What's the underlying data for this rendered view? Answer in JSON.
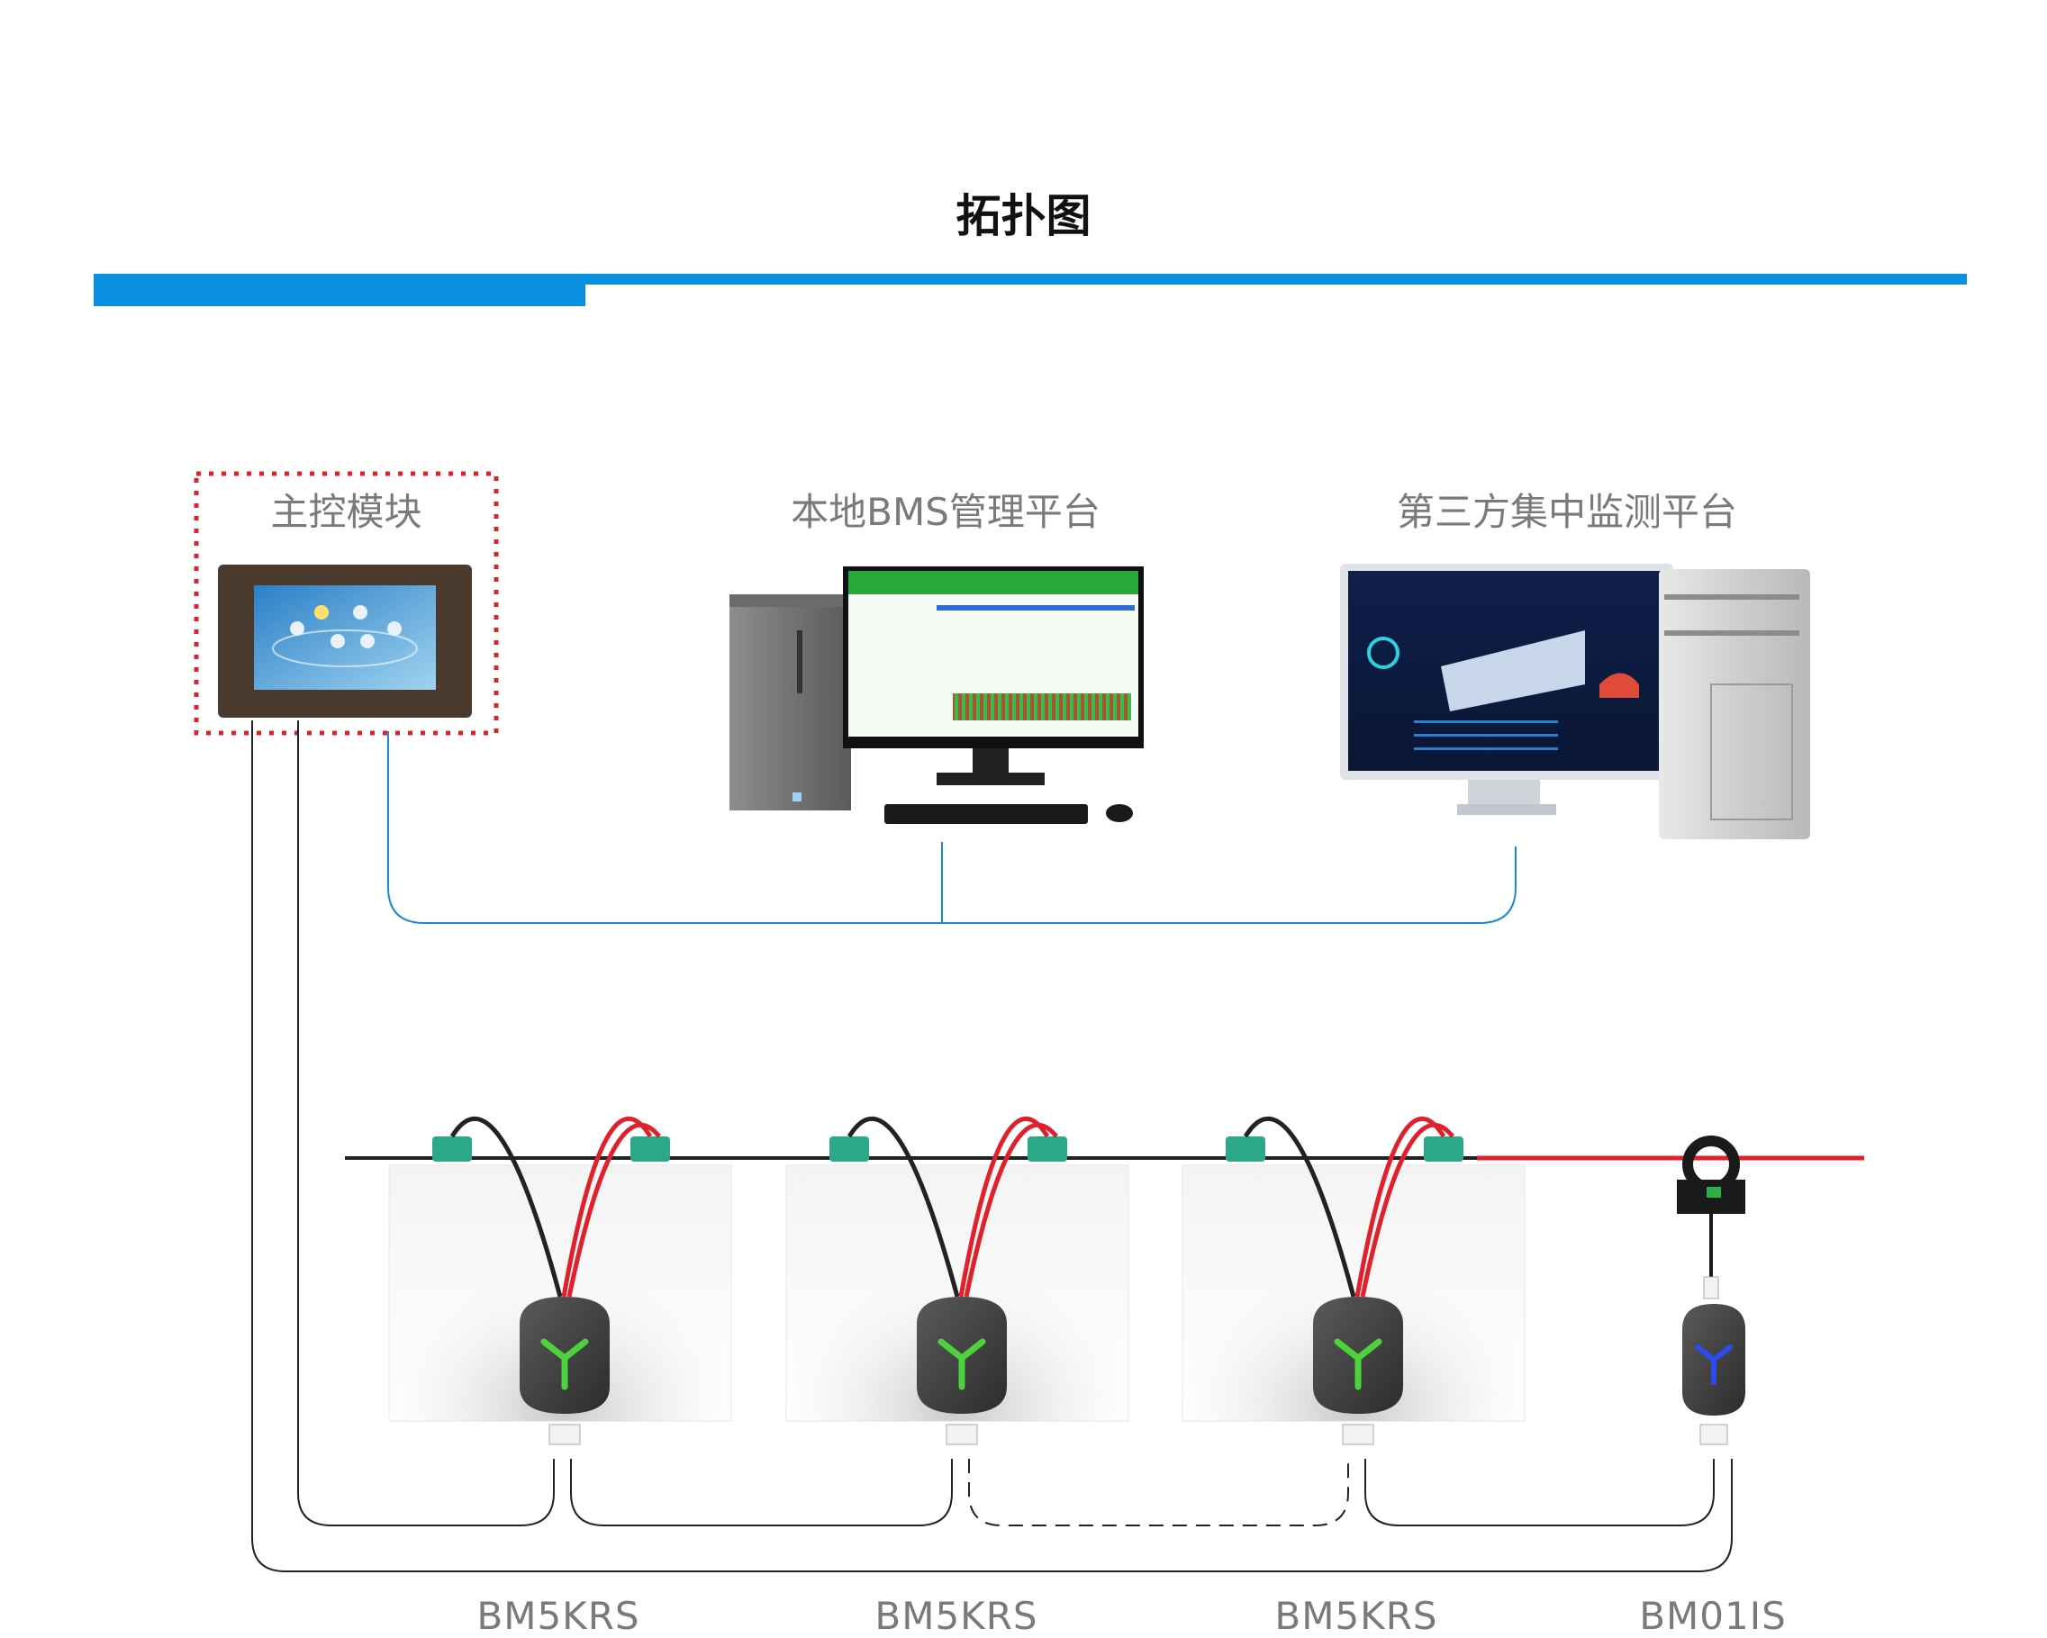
{
  "page": {
    "title": "拓扑图"
  },
  "nodes": {
    "main_control": "主控模块",
    "local_bms": "本地BMS管理平台",
    "third_party": "第三方集中监测平台"
  },
  "devices": [
    {
      "label": "BM5KRS"
    },
    {
      "label": "BM5KRS"
    },
    {
      "label": "BM5KRS"
    },
    {
      "label": "BM01IS"
    }
  ],
  "colors": {
    "accent_blue": "#0a8fe0",
    "link_blue": "#1a8ad6",
    "wire_black": "#222222",
    "wire_red": "#e0202a",
    "connector_green": "#2aa888",
    "led_green": "#4cd23a",
    "led_blue": "#2a4bf0",
    "frame_red": "#e0202a",
    "label_gray": "#7a7a7a"
  },
  "icons": [
    "monitor-icon",
    "pc-tower-icon",
    "keyboard-icon",
    "mouse-icon",
    "server-icon",
    "battery-icon",
    "bms-module-icon",
    "current-sensor-icon"
  ]
}
